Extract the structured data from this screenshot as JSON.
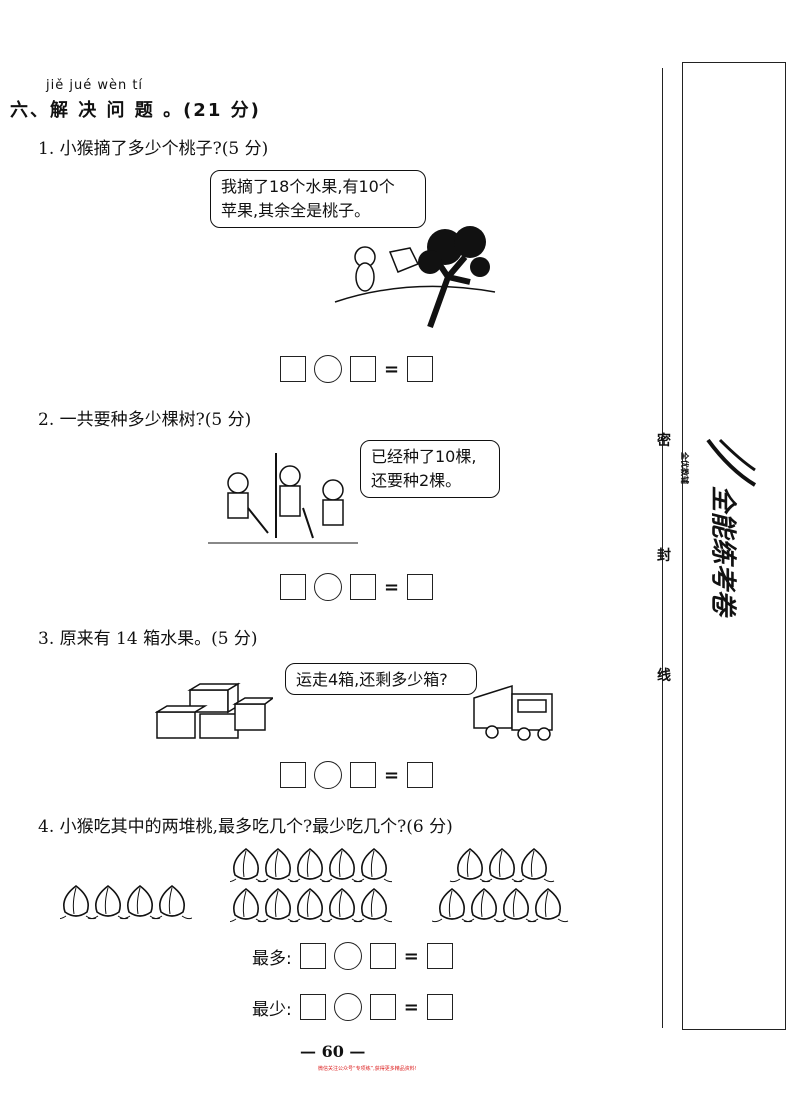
{
  "header": {
    "pinyin": "jiě  jué  wèn  tí",
    "title": "六、解 决 问 题 。(21 分)"
  },
  "questions": [
    {
      "text": "1. 小猴摘了多少个桃子?(5 分)",
      "bubble_line1": "我摘了18个水果,有10个",
      "bubble_line2": "苹果,其余全是桃子。"
    },
    {
      "text": "2. 一共要种多少棵树?(5 分)",
      "bubble_line1": "已经种了10棵,",
      "bubble_line2": "还要种2棵。"
    },
    {
      "text": "3. 原来有 14 箱水果。(5 分)",
      "bubble_line1": "运走4箱,还剩多少箱?"
    },
    {
      "text": "4. 小猴吃其中的两堆桃,最多吃几个?最少吃几个?(6 分)",
      "max_label": "最多:",
      "min_label": "最少:",
      "piles": [
        4,
        10,
        7
      ]
    }
  ],
  "equation": {
    "equals": "="
  },
  "sidebar": {
    "seal_1": "密",
    "seal_2": "封",
    "seal_3": "线",
    "brand": "全能练考卷",
    "logo_text": "全优教辅"
  },
  "footer": {
    "page": "— 60 —",
    "note": "微信关注公众号“专项练”,获得更多精品资料!"
  }
}
